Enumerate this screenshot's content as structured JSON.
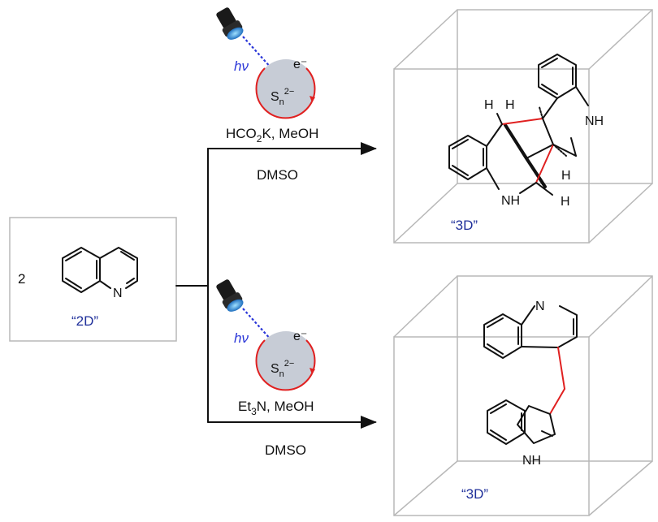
{
  "reactant": {
    "coefficient": "2",
    "label": "“2D”",
    "atom_N": "N"
  },
  "upper_path": {
    "hv": "hν",
    "electron": "e⁻",
    "catalyst_base": "S",
    "catalyst_sub": "n",
    "catalyst_sup": "2−",
    "reagent_a": "HCO",
    "reagent_a_sub": "2",
    "reagent_a_rest": "K, MeOH",
    "solvent": "DMSO",
    "product_label": "“3D”",
    "atoms": {
      "H1": "H",
      "H2": "H",
      "H3": "H",
      "H4": "H",
      "NH_top": "NH",
      "NH_bottom": "NH"
    }
  },
  "lower_path": {
    "hv": "hν",
    "electron": "e⁻",
    "catalyst_base": "S",
    "catalyst_sub": "n",
    "catalyst_sup": "2−",
    "reagent_a": "Et",
    "reagent_a_sub": "3",
    "reagent_a_rest": "N, MeOH",
    "solvent": "DMSO",
    "product_label": "“3D”",
    "atoms": {
      "N": "N",
      "NH": "NH"
    }
  },
  "colors": {
    "catalyst_fill": "#c7ccd6",
    "accent_red": "#e02020",
    "hv_blue": "#2a36d8",
    "label_blue": "#1f2f9a"
  }
}
